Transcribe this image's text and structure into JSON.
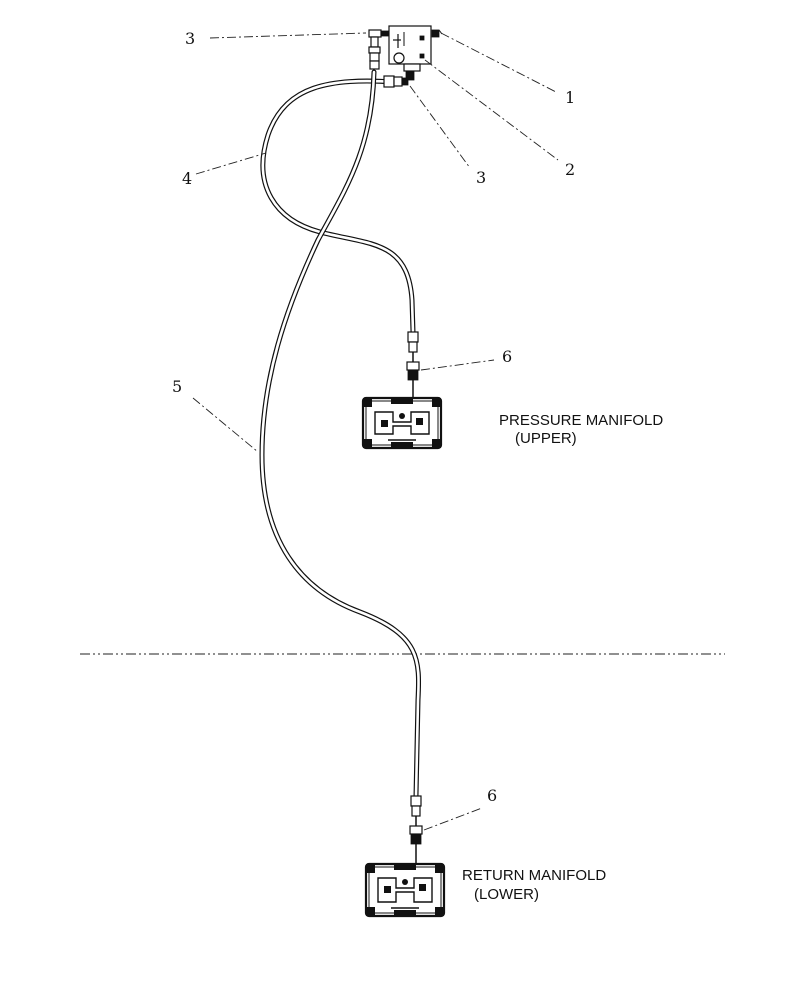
{
  "callouts": {
    "c1": "1",
    "c2": "2",
    "c3a": "3",
    "c3b": "3",
    "c4": "4",
    "c5": "5",
    "c6a": "6",
    "c6b": "6"
  },
  "labels": {
    "upper_line1": "PRESSURE MANIFOLD",
    "upper_line2": "(UPPER)",
    "lower_line1": "RETURN MANIFOLD",
    "lower_line2": "(LOWER)"
  }
}
